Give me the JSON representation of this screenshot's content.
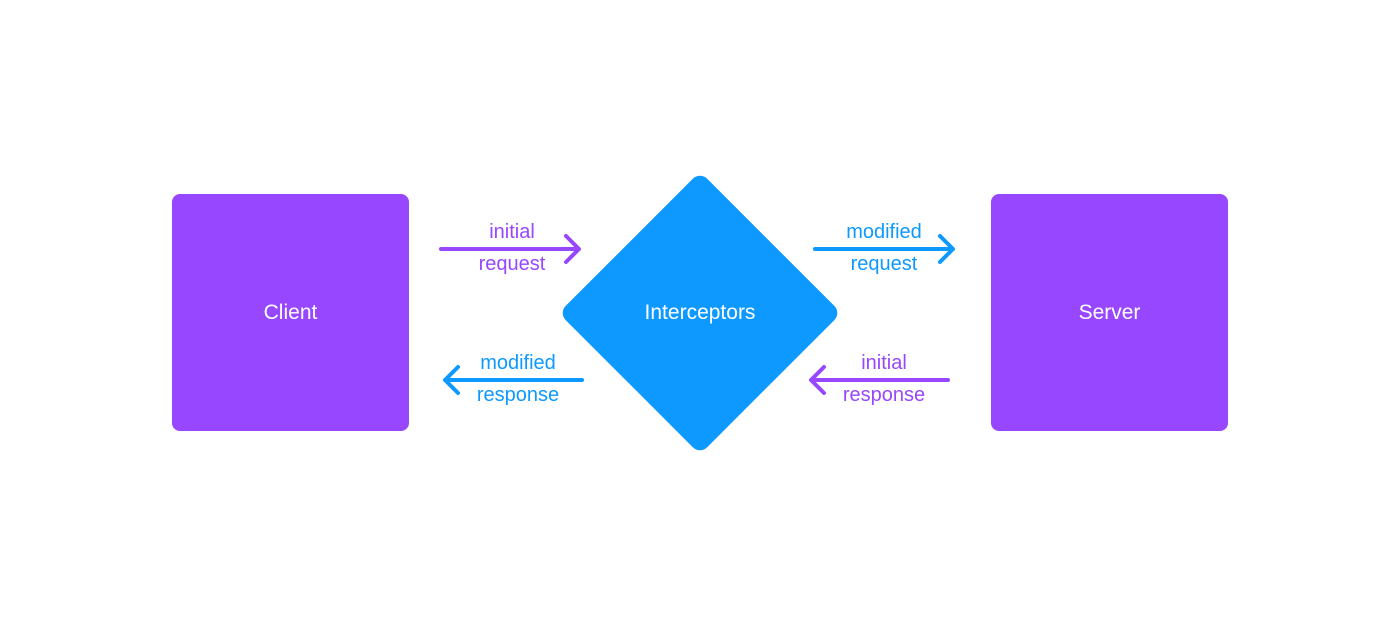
{
  "colors": {
    "purple": "#9747FF",
    "blue": "#0D99FF",
    "background": "#FFFFFF"
  },
  "nodes": {
    "client": "Client",
    "interceptors": "Interceptors",
    "server": "Server"
  },
  "edges": {
    "client_to_interceptors": {
      "line1": "initial",
      "line2": "request"
    },
    "interceptors_to_server": {
      "line1": "modified",
      "line2": "request"
    },
    "interceptors_to_client": {
      "line1": "modified",
      "line2": "response"
    },
    "server_to_interceptors": {
      "line1": "initial",
      "line2": "response"
    }
  }
}
